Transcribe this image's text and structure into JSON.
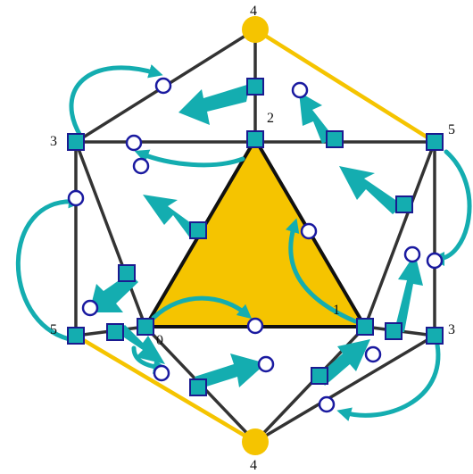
{
  "vertex_labels": {
    "top": "4",
    "bottom": "4",
    "upper_left": "3",
    "upper_right": "5",
    "lower_left": "5",
    "lower_right": "3",
    "inner_top": "2",
    "inner_left": "0",
    "inner_right": "1"
  },
  "colors": {
    "edge": "#333333",
    "highlight": "#f5c400",
    "arrow": "#14adb0",
    "circle_stroke": "#1a1aa0",
    "square_stroke": "#1a1a90"
  }
}
